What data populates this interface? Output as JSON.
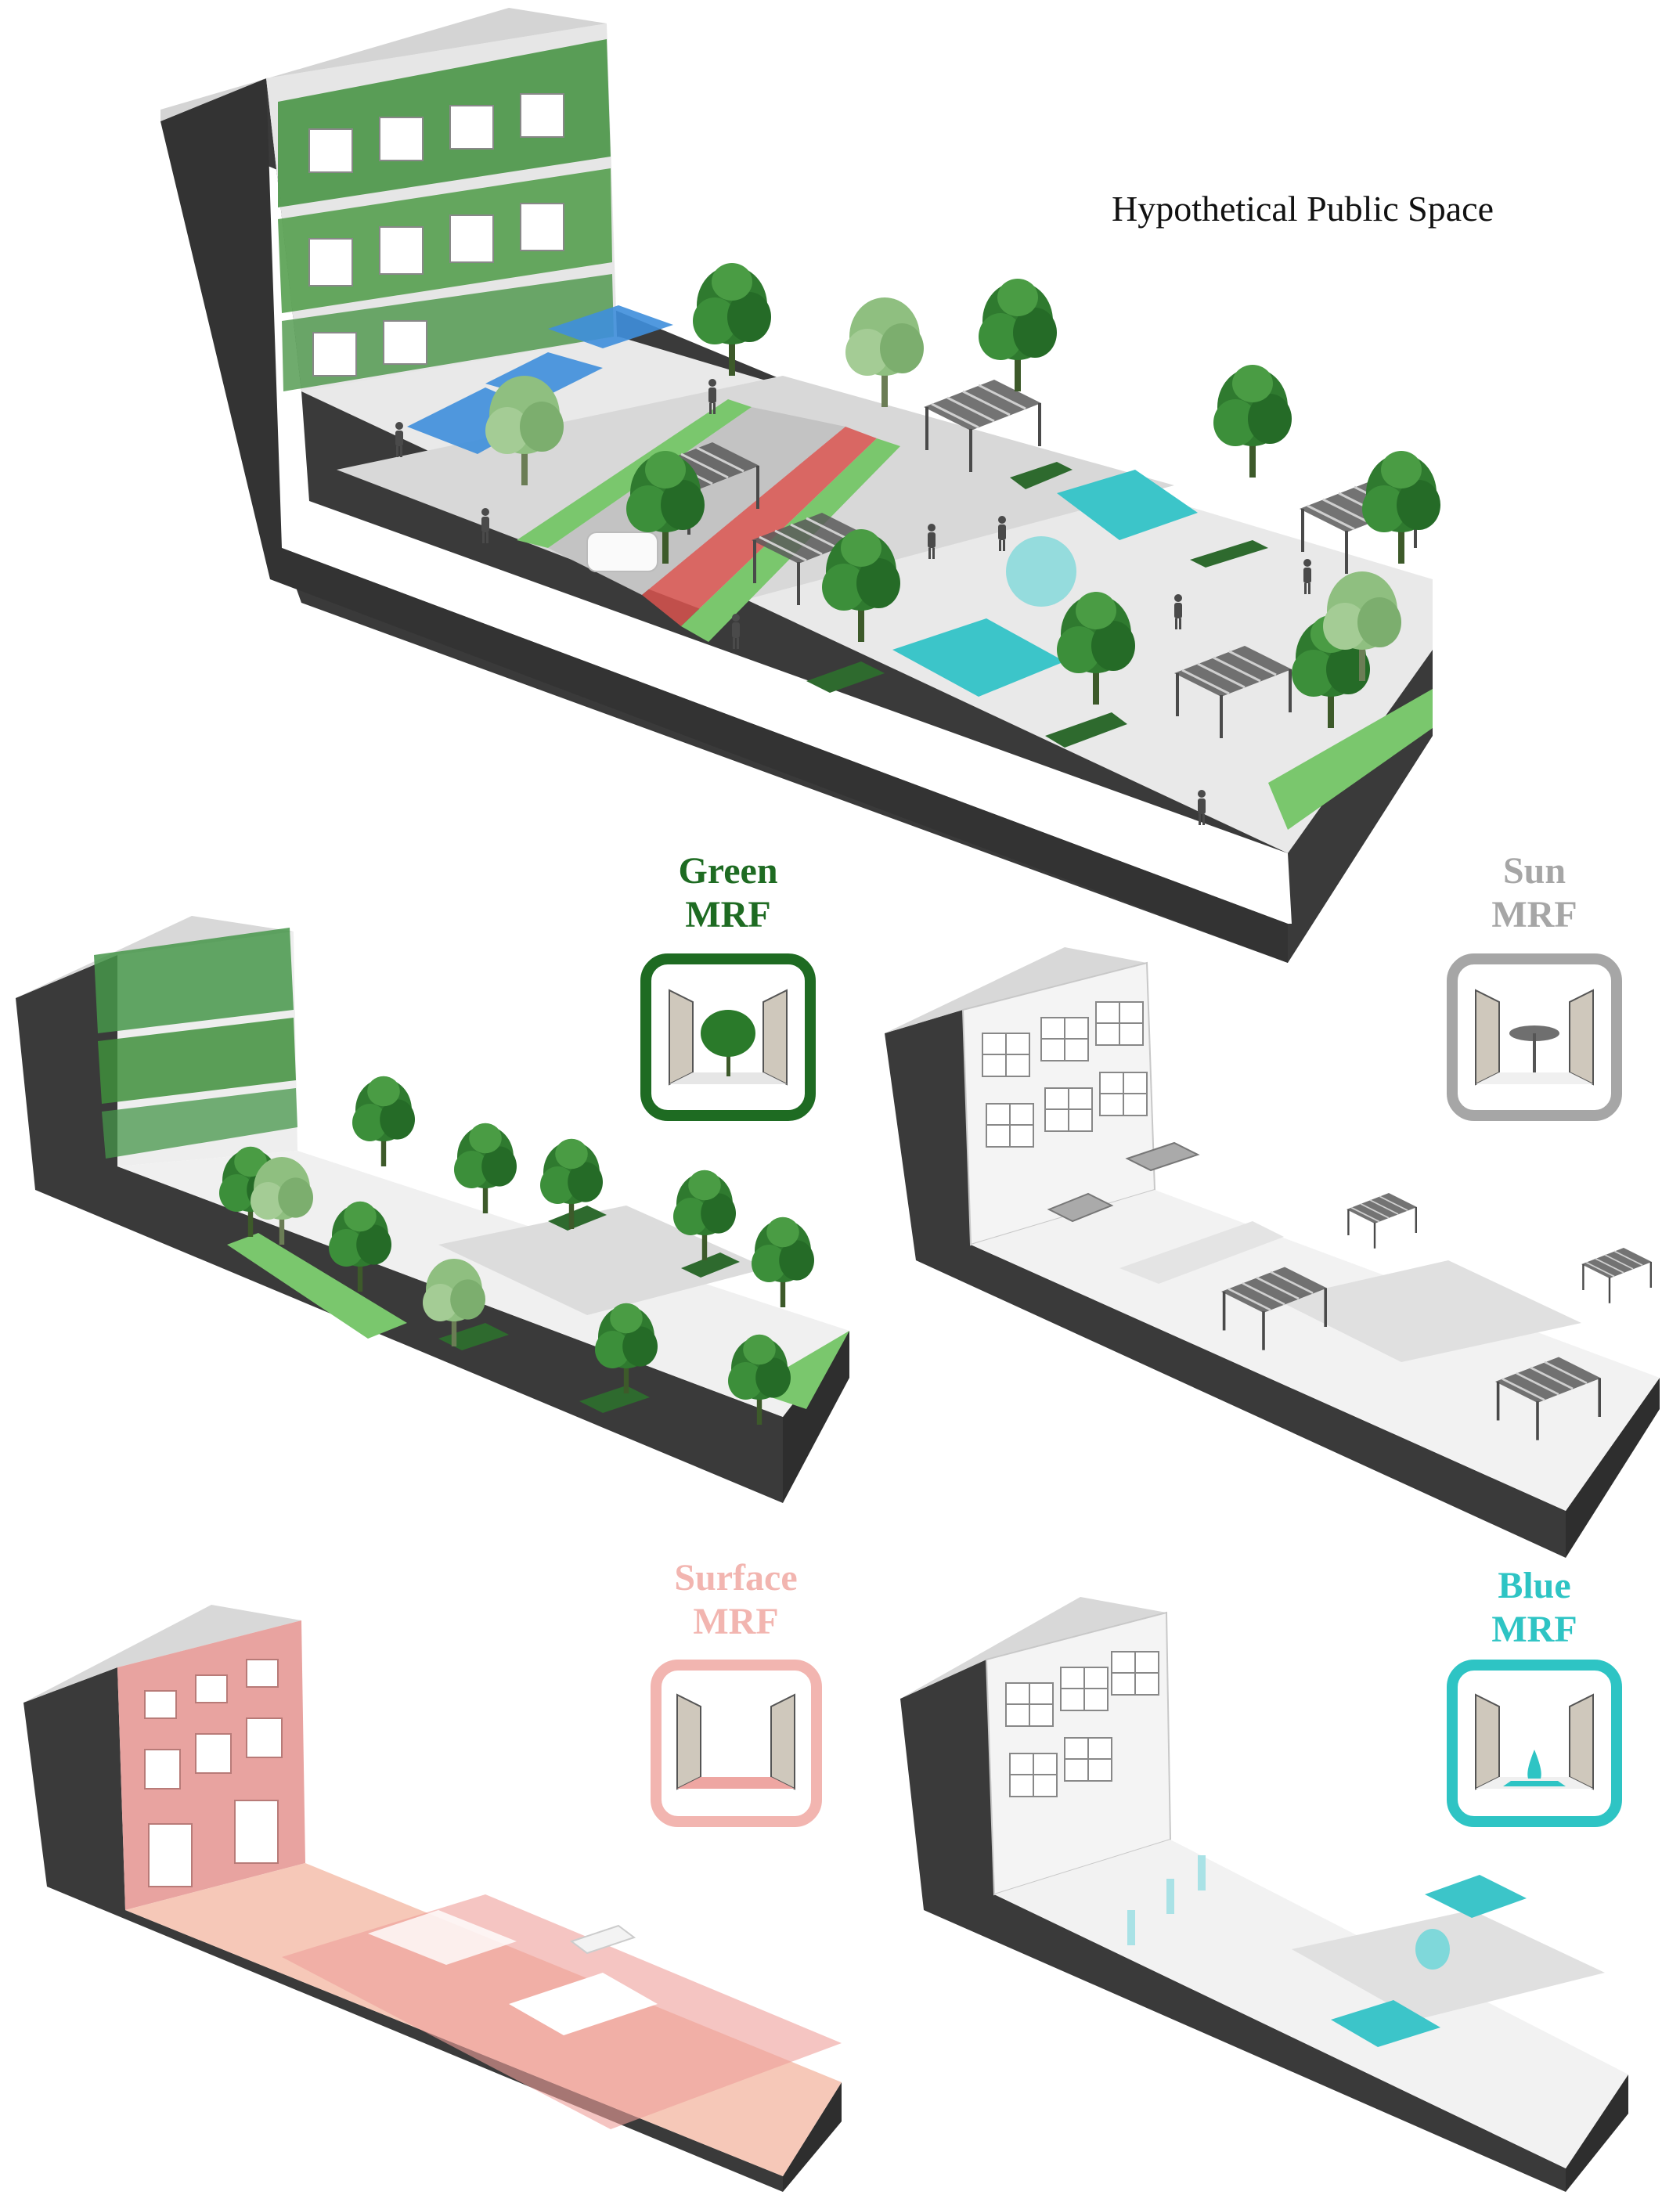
{
  "title": "Hypothetical Public Space",
  "panels": [
    {
      "key": "green",
      "line1": "Green",
      "line2": "MRF",
      "color": "#1e6b22"
    },
    {
      "key": "sun",
      "line1": "Sun",
      "line2": "MRF",
      "color": "#a6a6a6"
    },
    {
      "key": "surface",
      "line1": "Surface",
      "line2": "MRF",
      "color": "#f2b5b0"
    },
    {
      "key": "blue",
      "line1": "Blue",
      "line2": "MRF",
      "color": "#2ec4c4"
    }
  ]
}
